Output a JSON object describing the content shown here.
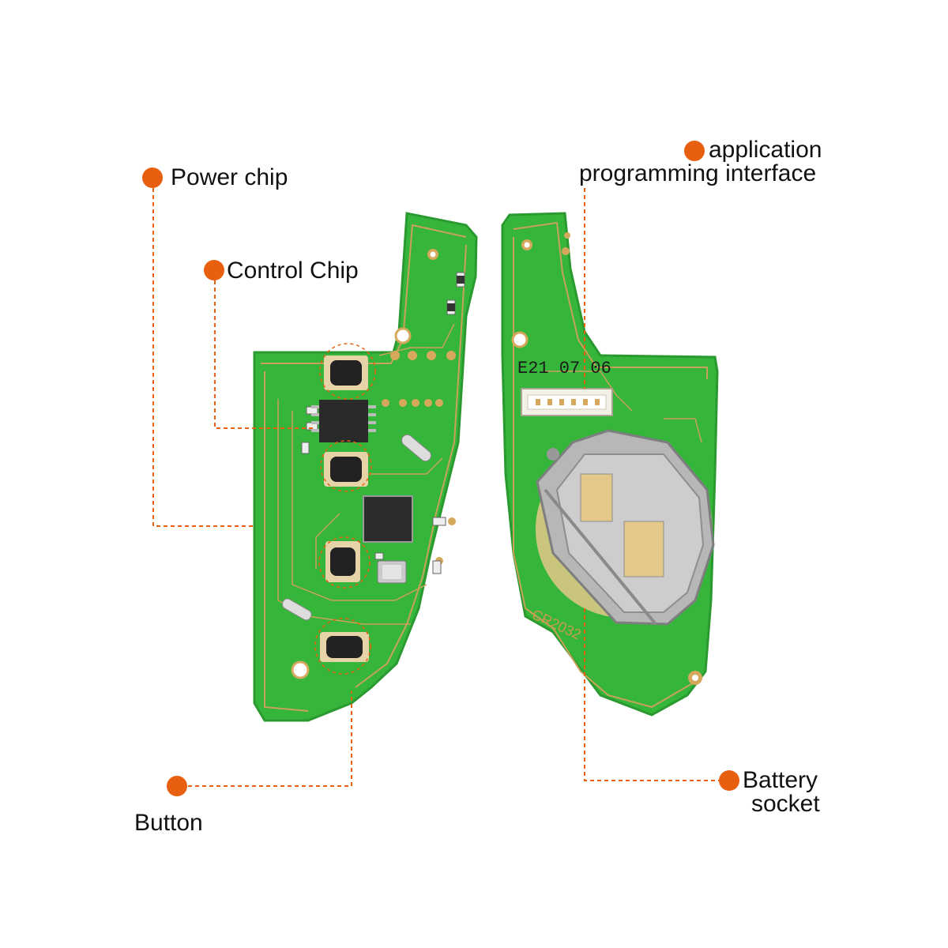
{
  "colors": {
    "background": "#ffffff",
    "pcb_green": "#35b53a",
    "pcb_dark": "#1f8f2a",
    "copper": "#d6a85b",
    "trace": "#c9a25a",
    "marker": "#e8600f",
    "label_text": "#111111"
  },
  "left_board": {
    "labels": {
      "power_chip": "Power chip",
      "control_chip": "Control Chip",
      "button": "Button"
    },
    "components": [
      "button-switch",
      "power-chip",
      "control-chip",
      "crystal-oscillator",
      "button-switch",
      "button-switch",
      "button-switch"
    ]
  },
  "right_board": {
    "labels": {
      "api_line1": "application",
      "api_line2": "programming interface",
      "battery_line1": "Battery",
      "battery_line2": "socket"
    },
    "silkscreen": {
      "date_code": "E21 07 06",
      "battery_type": "CR2032"
    }
  }
}
